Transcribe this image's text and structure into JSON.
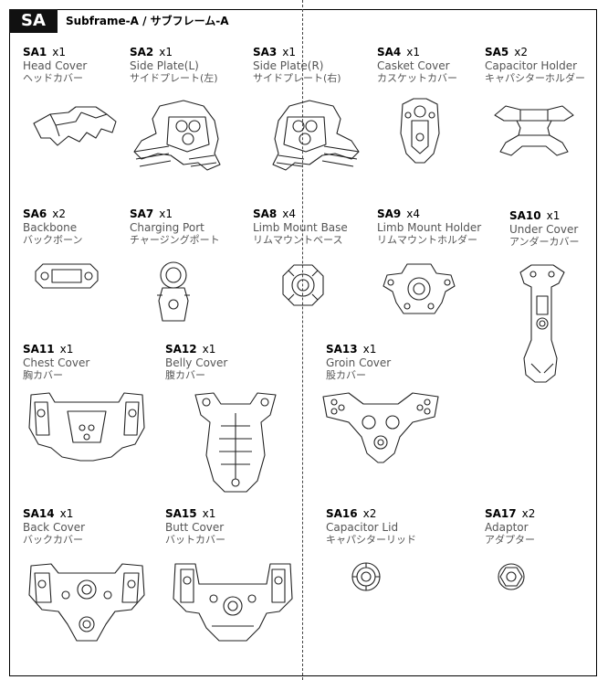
{
  "header": {
    "badge": "SA",
    "title": "Subframe-A / サブフレーム-A"
  },
  "parts": [
    {
      "code": "SA1",
      "qty": "x1",
      "name": "Head Cover",
      "name_jp": "ヘッドカバー",
      "icon": "head-cover-drawing"
    },
    {
      "code": "SA2",
      "qty": "x1",
      "name": "Side Plate(L)",
      "name_jp": "サイドプレート(左)",
      "icon": "side-plate-left-drawing"
    },
    {
      "code": "SA3",
      "qty": "x1",
      "name": "Side Plate(R)",
      "name_jp": "サイドプレート(右)",
      "icon": "side-plate-right-drawing"
    },
    {
      "code": "SA4",
      "qty": "x1",
      "name": "Casket Cover",
      "name_jp": "カスケットカバー",
      "icon": "casket-cover-drawing"
    },
    {
      "code": "SA5",
      "qty": "x2",
      "name": "Capacitor Holder",
      "name_jp": "キャパシターホルダー",
      "icon": "capacitor-holder-drawing"
    },
    {
      "code": "SA6",
      "qty": "x2",
      "name": "Backbone",
      "name_jp": "バックボーン",
      "icon": "backbone-drawing"
    },
    {
      "code": "SA7",
      "qty": "x1",
      "name": "Charging Port",
      "name_jp": "チャージングポート",
      "icon": "charging-port-drawing"
    },
    {
      "code": "SA8",
      "qty": "x4",
      "name": "Limb Mount Base",
      "name_jp": "リムマウントベース",
      "icon": "limb-mount-base-drawing"
    },
    {
      "code": "SA9",
      "qty": "x4",
      "name": "Limb Mount Holder",
      "name_jp": "リムマウントホルダー",
      "icon": "limb-mount-holder-drawing"
    },
    {
      "code": "SA10",
      "qty": "x1",
      "name": "Under Cover",
      "name_jp": "アンダーカバー",
      "icon": "under-cover-drawing"
    },
    {
      "code": "SA11",
      "qty": "x1",
      "name": "Chest Cover",
      "name_jp": "胸カバー",
      "icon": "chest-cover-drawing"
    },
    {
      "code": "SA12",
      "qty": "x1",
      "name": "Belly Cover",
      "name_jp": "腹カバー",
      "icon": "belly-cover-drawing"
    },
    {
      "code": "SA13",
      "qty": "x1",
      "name": "Groin Cover",
      "name_jp": "股カバー",
      "icon": "groin-cover-drawing"
    },
    {
      "code": "SA14",
      "qty": "x1",
      "name": "Back Cover",
      "name_jp": "バックカバー",
      "icon": "back-cover-drawing"
    },
    {
      "code": "SA15",
      "qty": "x1",
      "name": "Butt Cover",
      "name_jp": "バットカバー",
      "icon": "butt-cover-drawing"
    },
    {
      "code": "SA16",
      "qty": "x2",
      "name": "Capacitor Lid",
      "name_jp": "キャパシターリッド",
      "icon": "capacitor-lid-drawing"
    },
    {
      "code": "SA17",
      "qty": "x2",
      "name": "Adaptor",
      "name_jp": "アダプター",
      "icon": "adaptor-drawing"
    }
  ]
}
